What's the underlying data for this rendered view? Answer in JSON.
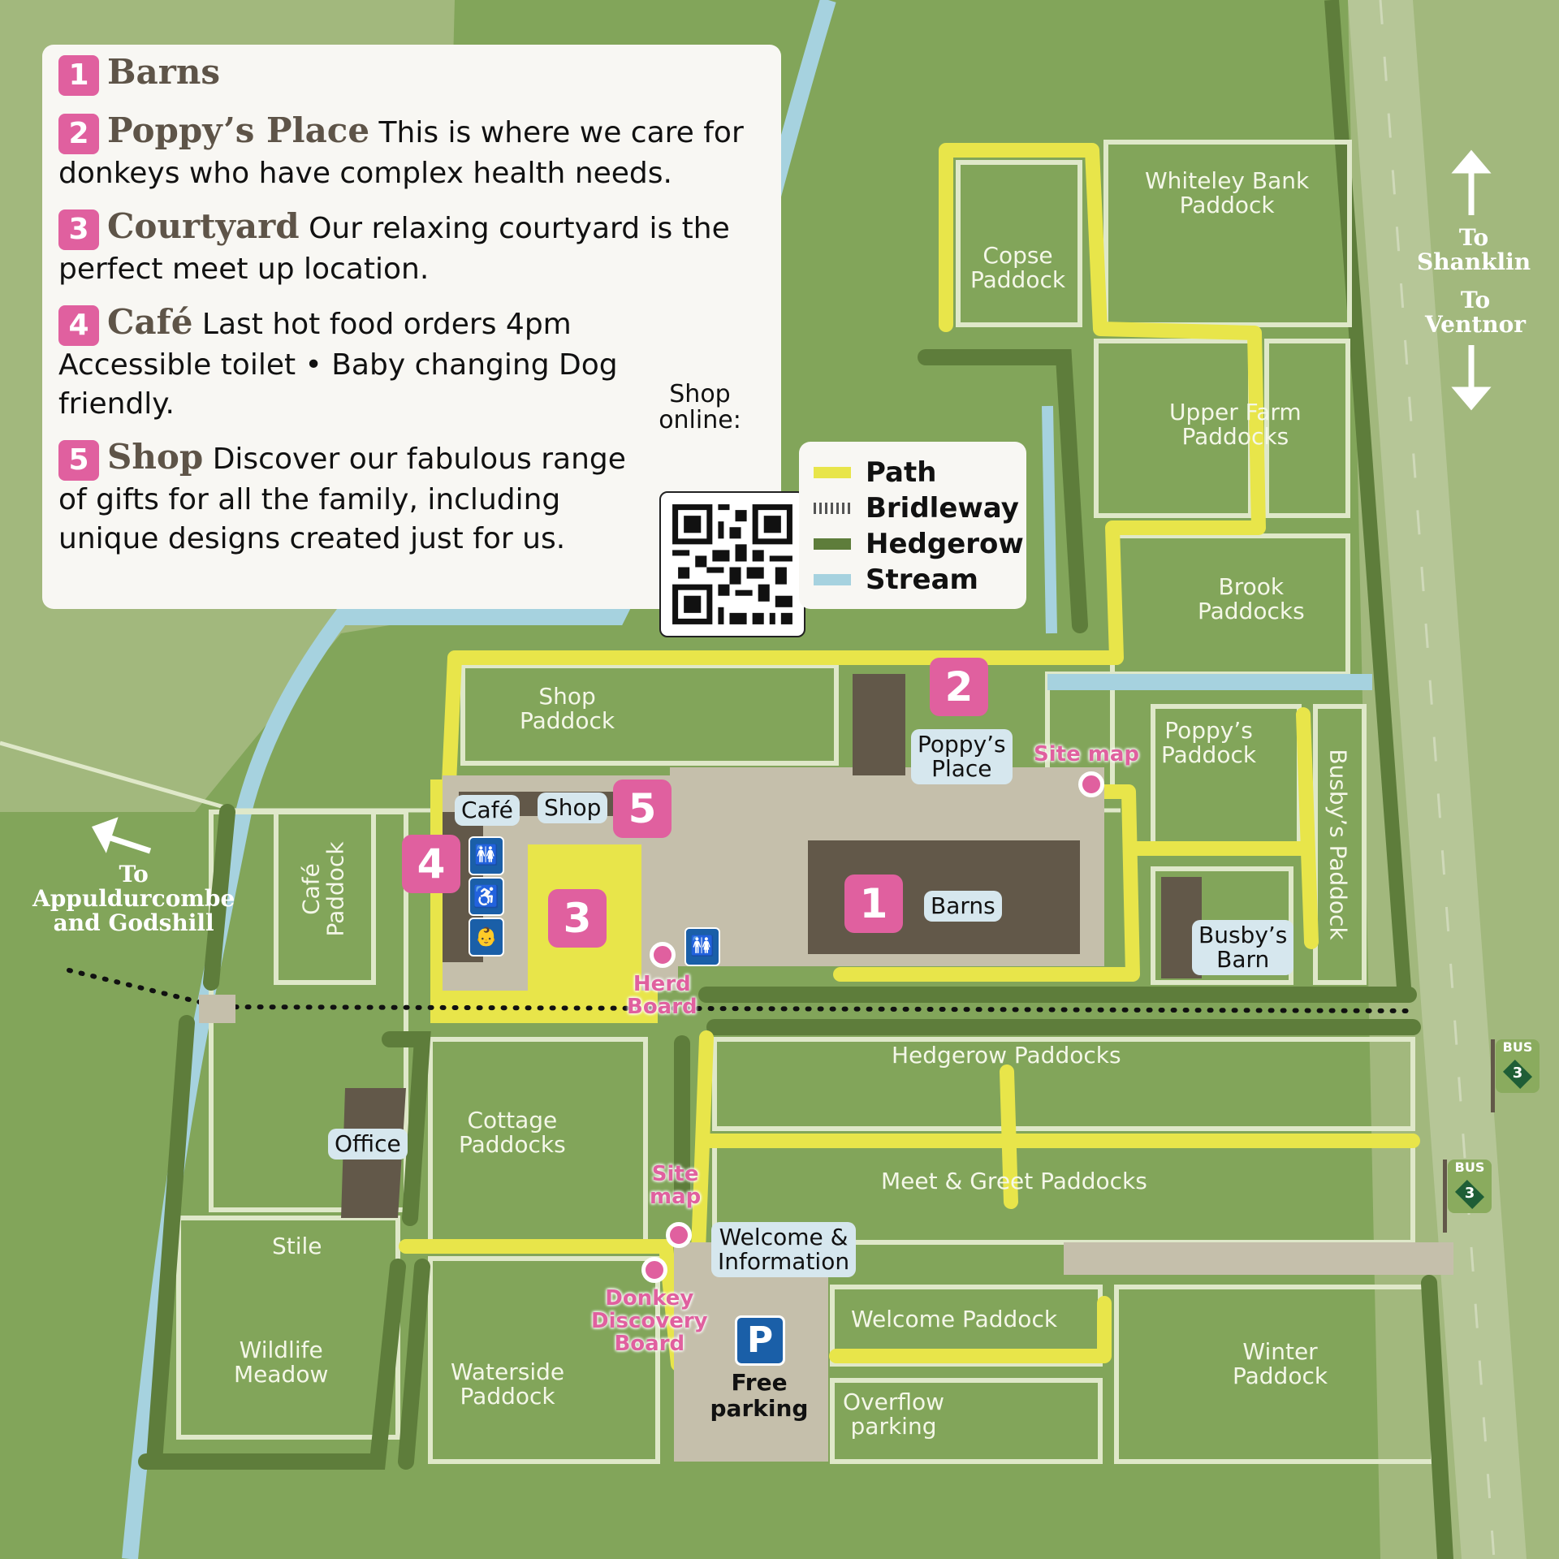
{
  "info_panel": {
    "items": [
      {
        "num": "1",
        "title": "Barns",
        "text": ""
      },
      {
        "num": "2",
        "title": "Poppy’s Place",
        "text": " This is where we care for donkeys who have complex health needs."
      },
      {
        "num": "3",
        "title": "Courtyard",
        "text": " Our relaxing courtyard is the perfect meet up location."
      },
      {
        "num": "4",
        "title": "Café",
        "text": " Last hot food orders 4pm Accessible toilet • Baby changing Dog friendly."
      },
      {
        "num": "5",
        "title": "Shop",
        "text": " Discover our fabulous range of gifts for all the family, including unique designs created just for us."
      }
    ],
    "shop_online": "Shop\nonline:"
  },
  "legend": {
    "items": [
      {
        "label": "Path",
        "color": "#e8e54a"
      },
      {
        "label": "Bridleway",
        "color": "#555555"
      },
      {
        "label": "Hedgerow",
        "color": "#5e7d3b"
      },
      {
        "label": "Stream",
        "color": "#a6d2df"
      }
    ]
  },
  "directions": {
    "north": "To\nShanklin",
    "south": "To\nVentnor",
    "west": "To\nAppuldurcombe\nand Godshill"
  },
  "paddocks": {
    "copse": "Copse\nPaddock",
    "whiteley_bank": "Whiteley Bank\nPaddock",
    "upper_farm": "Upper Farm\nPaddocks",
    "brook": "Brook\nPaddocks",
    "shop": "Shop\nPaddock",
    "poppys": "Poppy’s\nPaddock",
    "busbys": "Busby’s Paddock",
    "cafe": "Café\nPaddock",
    "hedgerow": "Hedgerow Paddocks",
    "cottage": "Cottage\nPaddocks",
    "meet_greet": "Meet & Greet Paddocks",
    "welcome": "Welcome Paddock",
    "winter": "Winter\nPaddock",
    "waterside": "Waterside\nPaddock",
    "wildlife": "Wildlife\nMeadow",
    "overflow": "Overflow\nparking",
    "stile": "Stile"
  },
  "buildings": {
    "barns": "Barns",
    "poppys_place": "Poppy’s\nPlace",
    "busbys_barn": "Busby’s\nBarn",
    "cafe": "Café",
    "shop": "Shop",
    "office": "Office",
    "welcome": "Welcome &\nInformation",
    "parking": "Free\nparking",
    "parking_sign": "P"
  },
  "points": {
    "site_map_1": "Site map",
    "site_map_2": "Site\nmap",
    "herd_board": "Herd\nBoard",
    "discovery_board": "Donkey\nDiscovery\nBoard"
  },
  "markers": {
    "m1": "1",
    "m2": "2",
    "m3": "3",
    "m4": "4",
    "m5": "5"
  },
  "bus_stops": [
    {
      "label": "BUS",
      "route": "3"
    },
    {
      "label": "BUS",
      "route": "3"
    }
  ]
}
